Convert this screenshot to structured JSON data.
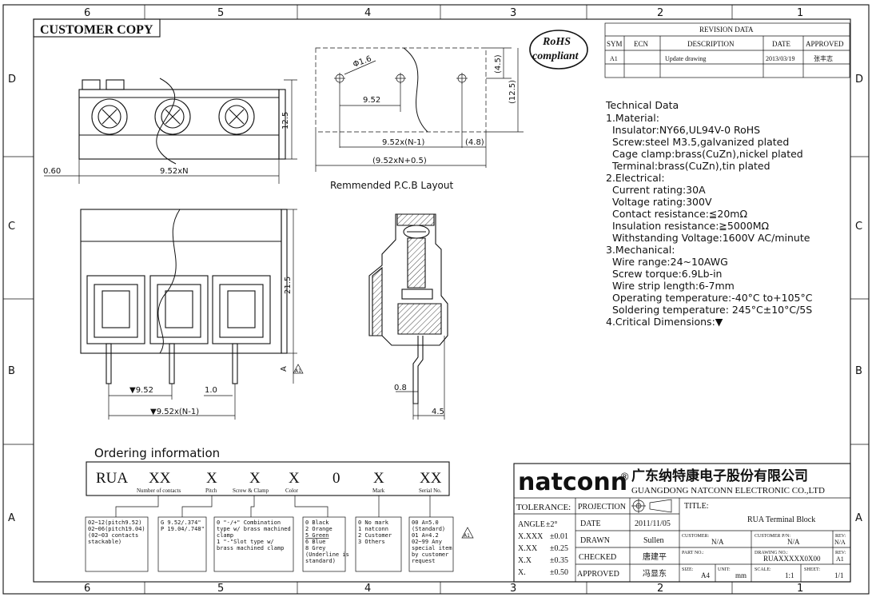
{
  "zones_top": [
    "6",
    "5",
    "4",
    "3",
    "2",
    "1"
  ],
  "zones_bottom": [
    "6",
    "5",
    "4",
    "3",
    "2",
    "1"
  ],
  "zones_left": [
    "D",
    "C",
    "B",
    "A"
  ],
  "zones_right": [
    "D",
    "C",
    "B",
    "A"
  ],
  "stamp": "CUSTOMER COPY",
  "rohs": {
    "line1": "RoHS",
    "line2": "compliant"
  },
  "revision": {
    "title": "REVISION DATA",
    "headers": [
      "SYM",
      "ECN",
      "DESCRIPTION",
      "DATE",
      "APPROVED"
    ],
    "rows": [
      [
        "A1",
        "",
        "Update drawing",
        "2013/03/19",
        "张丰志"
      ]
    ]
  },
  "dims": {
    "top_height": "12.5",
    "side_offset": "0.60",
    "pitch_total": "9.52xN",
    "hole_dia": "Φ1.6",
    "pcb_pitch": "9.52",
    "pcb_span": "9.52x(N-1)",
    "pcb_48": "(4.8)",
    "pcb_total": "(9.52xN+0.5)",
    "pcb_45": "(4.5)",
    "pcb_125": "(12.5)",
    "pcb_caption": "Remmended P.C.B Layout",
    "front_height": "21.5",
    "pin_pitch": "▼9.52",
    "pin_width": "1.0",
    "pin_span": "▼9.52x(N-1)",
    "section_A": "A",
    "section_mark": "A1",
    "side_08": "0.8",
    "side_45": "4.5"
  },
  "tech": {
    "title": "Technical Data",
    "lines": [
      "1.Material:",
      "  Insulator:NY66,UL94V-0 RoHS",
      "  Screw:steel M3.5,galvanized plated",
      "  Cage clamp:brass(CuZn),nickel plated",
      "  Terminal:brass(CuZn),tin plated",
      "2.Electrical:",
      "  Current rating:30A",
      "  Voltage rating:300V",
      "  Contact resistance:≦20mΩ",
      "  Insulation resistance:≧5000MΩ",
      "  Withstanding Voltage:1600V AC/minute",
      "3.Mechanical:",
      "  Wire range:24~10AWG",
      "  Screw torque:6.9Lb-in",
      "  Wire strip length:6-7mm",
      "  Operating temperature:-40°C to+105°C",
      "  Soldering temperature: 245°C±10°C/5S",
      "4.Critical Dimensions:▼"
    ]
  },
  "ordering": {
    "title": "Ordering information",
    "code": [
      "RUA",
      "XX",
      "X",
      "X",
      "X",
      "0",
      "X",
      "XX"
    ],
    "code_labels": [
      "",
      "Number of contacts",
      "Pitch",
      "Screw & Clamp",
      "Color",
      "",
      "Mark",
      "Serial No."
    ],
    "boxes": [
      [
        "02~12(pitch9.52)",
        "02~06(pitch19.04)",
        "(02~03 contacts",
        "stackable)"
      ],
      [
        "G  9.52/.374\"",
        "P  19.04/.748\""
      ],
      [
        "0  \"-/+\" Combination",
        "type w/ brass machined",
        "clamp",
        "1  \"-\"Slot type w/",
        "brass machined clamp"
      ],
      [
        "0  Black",
        "2  Orange",
        "5  Green",
        "6  Blue",
        "8  Grey",
        "(Underline is",
        "standard)"
      ],
      [
        "0  No mark",
        "1  natconn",
        "2  Customer",
        "3  Others"
      ],
      [
        "00  A=5.0",
        "(Standard)",
        "01  A=4.2",
        "02~99 Any",
        "special item",
        "by customer",
        "request"
      ]
    ],
    "rev_mark": "A1"
  },
  "company": {
    "logo": "natconn",
    "reg": "®",
    "cn": "广东纳特康电子股份有限公司",
    "en": "GUANGDONG NATCONN ELECTRONIC CO.,LTD"
  },
  "titleblock": {
    "tolerance": "TOLERANCE:",
    "tol_rows": [
      [
        "ANGLE",
        "±2°"
      ],
      [
        "X.XXX",
        "±0.01"
      ],
      [
        "X.XX",
        "±0.25"
      ],
      [
        "X.X",
        "±0.35"
      ],
      [
        "X.",
        "±0.50"
      ]
    ],
    "projection": "PROJECTION",
    "date_label": "DATE",
    "date": "2011/11/05",
    "drawn_label": "DRAWN",
    "drawn": "Sullen",
    "checked_label": "CHECKED",
    "checked": "唐建平",
    "approved_label": "APPROVED",
    "approved": "冯显东",
    "title_label": "TITLE:",
    "title": "RUA  Terminal Block",
    "customer_label": "CUSTOMER:",
    "customer": "N/A",
    "customer_pn_label": "CUSTOMER P/N:",
    "customer_pn": "N/A",
    "rev_label": "REV:",
    "rev1": "N/A",
    "part_label": "PART NO.:",
    "part": "",
    "drawing_label": "DRAWING NO.:",
    "drawing": "RUAXXXXX0X00",
    "rev2": "A1",
    "size_label": "SIZE:",
    "size": "A4",
    "unit_label": "UNIT:",
    "unit": "mm",
    "scale_label": "SCALE:",
    "scale": "1:1",
    "sheet_label": "SHEET:",
    "sheet": "1/1"
  }
}
